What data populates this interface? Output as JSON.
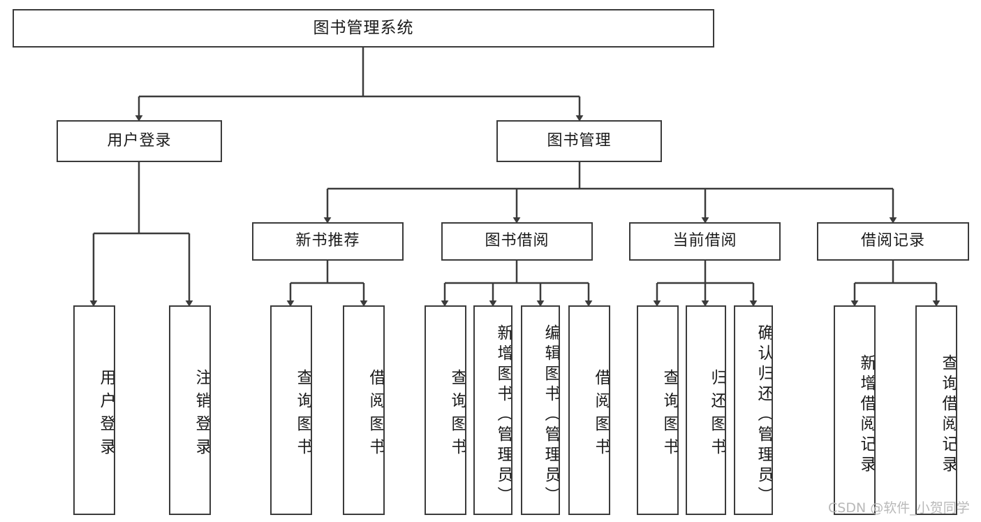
{
  "diagram": {
    "title": "图书管理系统",
    "type": "tree",
    "root": {
      "label": "图书管理系统"
    },
    "level2": [
      {
        "label": "用户登录"
      },
      {
        "label": "图书管理"
      }
    ],
    "level3": [
      {
        "label": "新书推荐"
      },
      {
        "label": "图书借阅"
      },
      {
        "label": "当前借阅"
      },
      {
        "label": "借阅记录"
      }
    ],
    "leaves": {
      "user_login": [
        {
          "label": "用户登录"
        },
        {
          "label": "注销登录"
        }
      ],
      "new_book": [
        {
          "label": "查询图书"
        },
        {
          "label": "借阅图书"
        }
      ],
      "book_borrow": [
        {
          "label": "查询图书"
        },
        {
          "label": "新增图书（管理员）"
        },
        {
          "label": "编辑图书（管理员）"
        },
        {
          "label": "借阅图书"
        }
      ],
      "current_borrow": [
        {
          "label": "查询图书"
        },
        {
          "label": "归还图书"
        },
        {
          "label": "确认归还（管理员）"
        }
      ],
      "borrow_record": [
        {
          "label": "新增借阅记录"
        },
        {
          "label": "查询借阅记录"
        }
      ]
    }
  },
  "watermark": {
    "text": "CSDN @软件_小贺同学"
  },
  "colors": {
    "stroke": "#3b3b3b",
    "background": "#ffffff",
    "text": "#1a1a1a",
    "watermark": "#b9b9b9"
  }
}
